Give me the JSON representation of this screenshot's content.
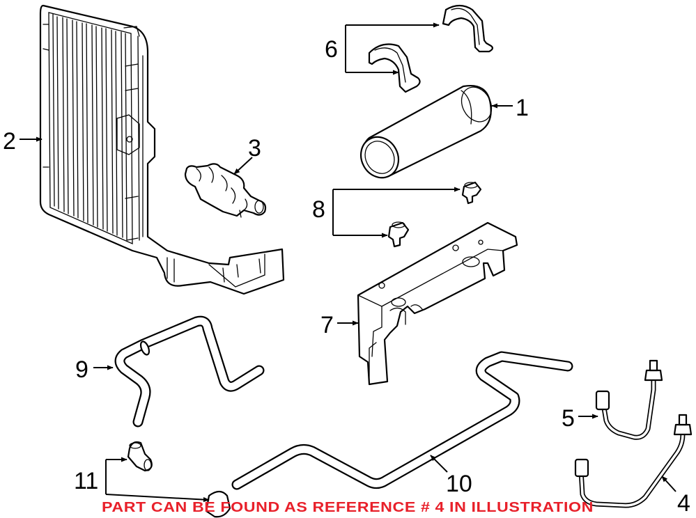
{
  "callouts": {
    "c1": "1",
    "c2": "2",
    "c3": "3",
    "c4": "4",
    "c5": "5",
    "c6": "6",
    "c7": "7",
    "c8": "8",
    "c9": "9",
    "c10": "10",
    "c11": "11"
  },
  "notice": "PART CAN BE FOUND AS REFERENCE # 4 IN ILLUSTRATION",
  "colors": {
    "notice": "#e8202a",
    "line": "#000000",
    "background": "#ffffff"
  }
}
